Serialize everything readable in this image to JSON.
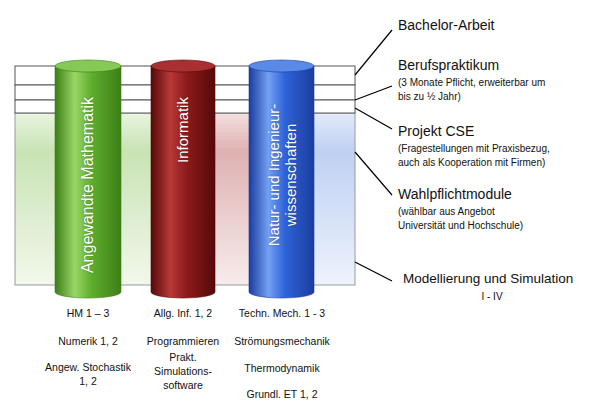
{
  "diagram": {
    "nodes": [
      {
        "text": [
          "Angewandte Mathematik"
        ]
      },
      {
        "text": [
          "Informatik"
        ]
      },
      {
        "text": [
          "Natur- und Ingenieur- wissenschaften"
        ]
      }
    ],
    "labels": [
      "Bachelor-Arbeit",
      "Berufspraktikum",
      "(3 Monate Pflicht, erweiterbar um bis zu ½ Jahr)",
      "Projekt CSE",
      "(Fragestellungen mit Praxisbezug, auch als Kooperation mit Firmen)",
      "Wahlpflichtmodule",
      "(wählbar aus Angebot Universität und Hochschule)",
      "Modellierung und Simulation",
      "I - IV",
      "HM 1 – 3",
      "Allg. Inf. 1, 2",
      "Techn. Mech. 1 - 3",
      "Numerik 1, 2",
      "Programmieren",
      "Strömungsmechanik",
      "Angew. Stochastik 1, 2",
      "Prakt. Simulations- software",
      "Thermodynamik",
      "Grundl. ET 1, 2"
    ]
  }
}
